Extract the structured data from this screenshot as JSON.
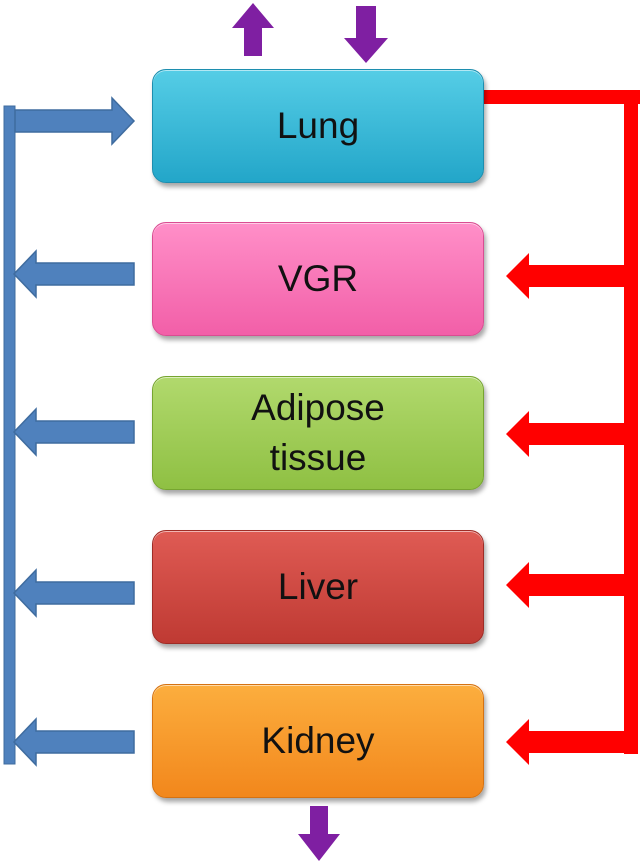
{
  "organs": [
    {
      "id": "lung",
      "label": "Lung"
    },
    {
      "id": "vgr",
      "label": "VGR"
    },
    {
      "id": "adipose",
      "label": "Adipose\ntissue"
    },
    {
      "id": "liver",
      "label": "Liver"
    },
    {
      "id": "kidney",
      "label": "Kidney"
    }
  ],
  "colors": {
    "venous_return": "#4f81bd",
    "arterial_supply": "#ff0000",
    "exchange_arrows": "#7f1fa2",
    "lung_fill": "#31b6d6",
    "vgr_fill": "#f672b6",
    "adipose_fill": "#9ccc52",
    "liver_fill": "#cf4840",
    "kidney_fill": "#f7992a"
  },
  "arrows": {
    "top_exchange": [
      "up-arrow",
      "down-arrow"
    ],
    "bottom_exchange": [
      "down-arrow"
    ]
  }
}
